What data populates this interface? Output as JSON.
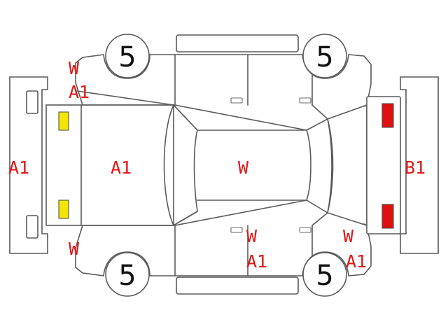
{
  "diagram": {
    "tire_markers": {
      "front_left": "5",
      "rear_left": "5",
      "front_right": "5",
      "rear_right": "5"
    },
    "labels": {
      "front_fender_w": "W",
      "front_fender_a1": "A1",
      "front_bumper": "A1",
      "hood": "A1",
      "roof": "W",
      "rear_bumper": "B1",
      "front_fender_right_w": "W",
      "door_right_w": "W",
      "door_right_a1": "A1",
      "rear_quarter_right_w": "W",
      "rear_quarter_right_a1": "A1"
    },
    "colors": {
      "label": "#e21818",
      "outline": "#5a5a5a",
      "headlight": "#f2e600",
      "taillight": "#e01010"
    }
  }
}
